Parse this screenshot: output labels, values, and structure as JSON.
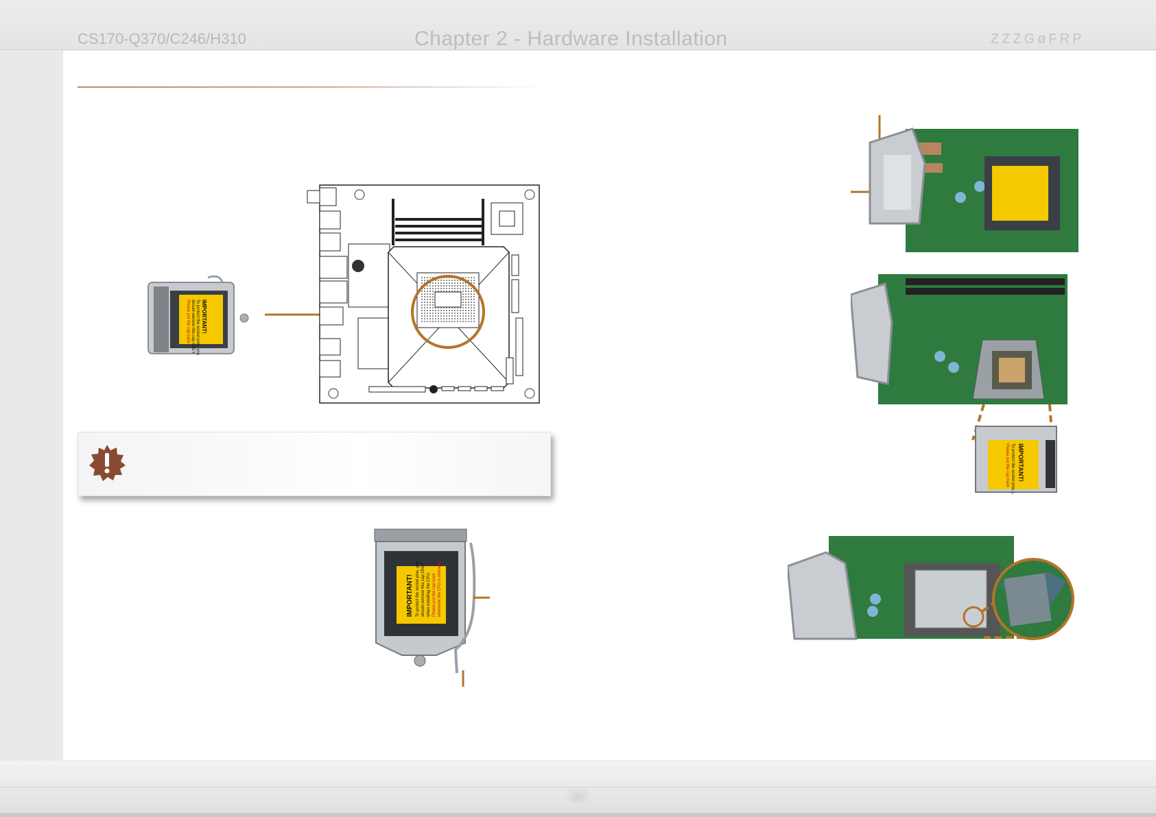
{
  "header": {
    "doc_title": "CS170-Q370/C246/H310",
    "chapter": "Chapter 2 - Hardware Installation",
    "site": "ZZZGøFRP"
  },
  "socket_label": {
    "line1": "IMPORTANT!",
    "line2": "To protect the socket pins, you",
    "line3": "should remove this cap ONLY",
    "line4": "when installing the CPU.",
    "line5": "Please put the cap back",
    "line6": "whenever the CPU is removed."
  },
  "colors": {
    "accent": "#b4732a",
    "label_yellow": "#f5c800",
    "board_green": "#2f7a3e",
    "warning_brown": "#8a4a32"
  }
}
